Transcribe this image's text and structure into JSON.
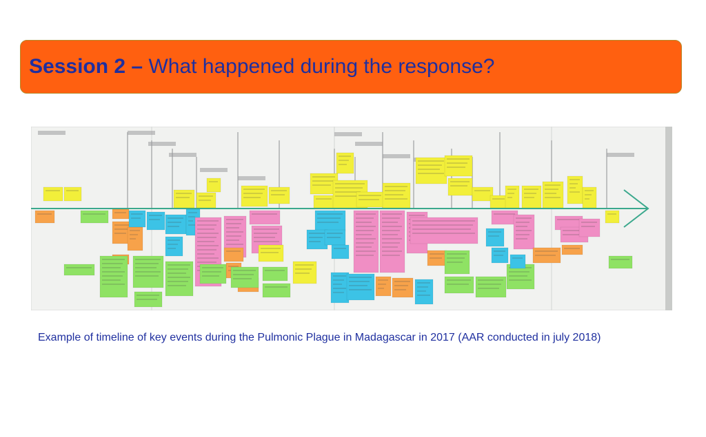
{
  "header": {
    "session_label": "Session 2",
    "dash": " – ",
    "question": "What happened during the response?"
  },
  "photo": {
    "subject": "timeline-wall-with-sticky-notes",
    "note_colors": [
      "#f2ef3a",
      "#f08ec4",
      "#3cc3e6",
      "#8fe264",
      "#f7a24a"
    ],
    "timeline_color": "#3aa88c"
  },
  "caption": {
    "text": "Example of timeline of key events during the Pulmonic Plague in Madagascar in 2017 (AAR conducted in july 2018)"
  },
  "colors": {
    "header_bg": "#ff6010",
    "header_text": "#1f2f9f",
    "caption_text": "#1f2f9f"
  }
}
